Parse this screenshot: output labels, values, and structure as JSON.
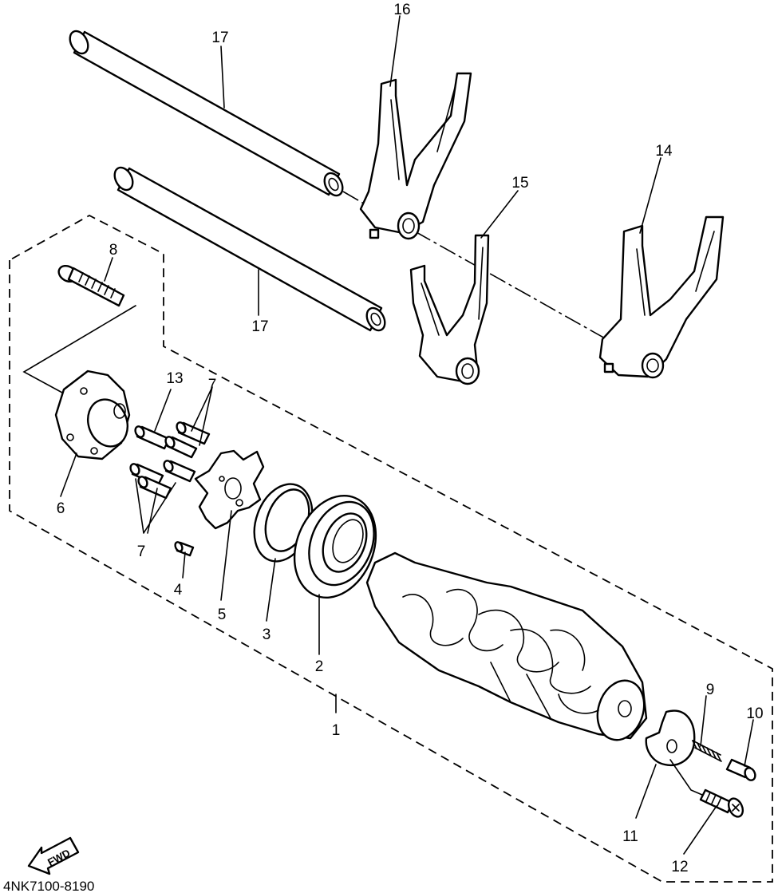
{
  "diagram": {
    "callouts": [
      "1",
      "2",
      "3",
      "4",
      "5",
      "6",
      "7",
      "7",
      "8",
      "9",
      "10",
      "11",
      "12",
      "13",
      "14",
      "15",
      "16",
      "17",
      "17"
    ],
    "direction_label": "FWD",
    "diagram_code": "4NK7100-8190"
  }
}
